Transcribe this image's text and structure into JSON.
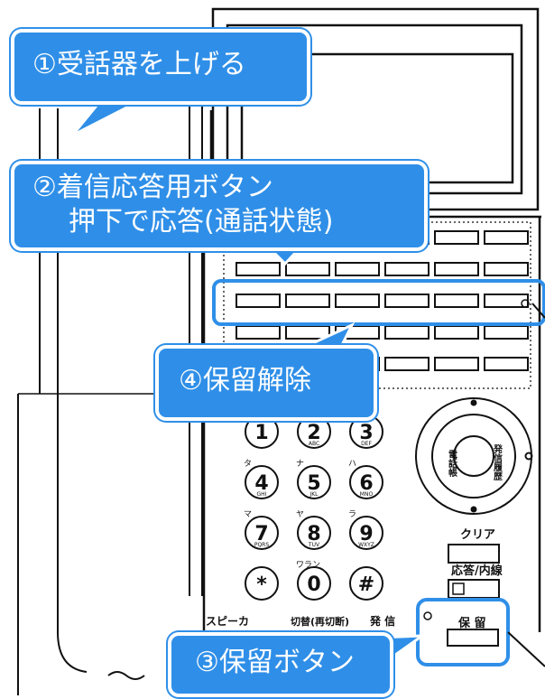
{
  "colors": {
    "callout_fill": "#2f8fe8",
    "line": "#111111",
    "highlight": "#2f8fe8",
    "paper": "#ffffff"
  },
  "callouts": {
    "handset": "①受話器を上げる",
    "incoming_line1": "②着信応答用ボタン",
    "incoming_line2": "押下で応答(通話状態)",
    "release_hold": "④保留解除",
    "hold_button": "③保留ボタン"
  },
  "keypad": {
    "keys": [
      "1",
      "2",
      "3",
      "4",
      "5",
      "6",
      "7",
      "8",
      "9",
      "*",
      "0",
      "#"
    ],
    "letters": [
      "",
      "ABC",
      "DEF",
      "GHI",
      "JKL",
      "MNO",
      "PQRS",
      "TUV",
      "WXYZ",
      "",
      "",
      ""
    ],
    "kana": [
      "",
      "",
      "",
      "タ",
      "ナ",
      "ハ",
      "マ",
      "ヤ",
      "ラ",
      "",
      "ワラン",
      ""
    ]
  },
  "labels": {
    "clear": "クリア",
    "answer_internal": "応答/内線",
    "hold": "保 留",
    "speaker": "スピーカ",
    "redial": "切替(再切断)",
    "send": "発 信",
    "nav_left": "電話帳",
    "nav_right": "発信履歴"
  }
}
